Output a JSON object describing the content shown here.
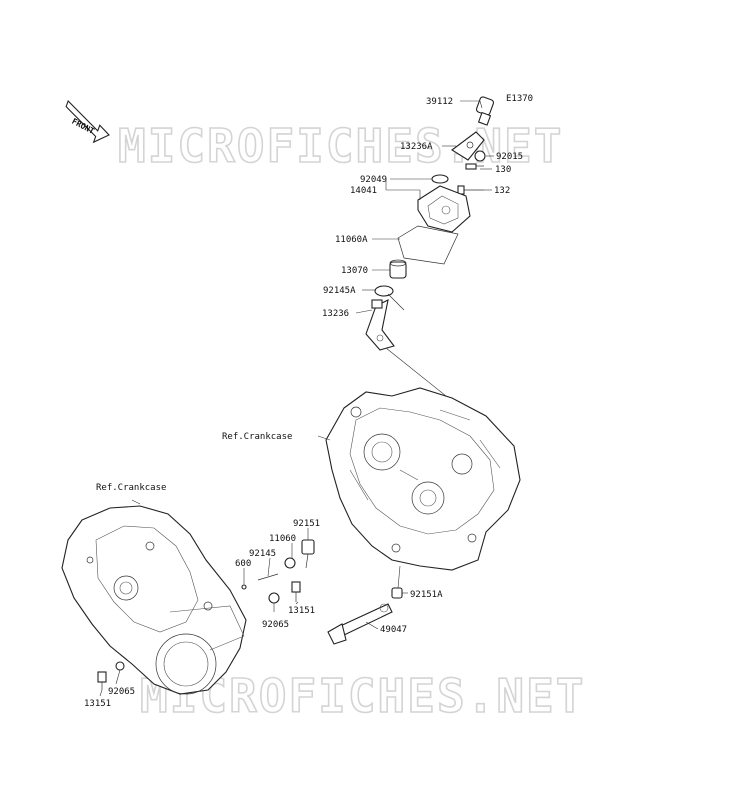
{
  "diagram_code": "E1370",
  "front_label": "FRONT",
  "watermark": "MICROFICHES.NET",
  "parts": {
    "p39112": "39112",
    "p13236A": "13236A",
    "p92015": "92015",
    "p130": "130",
    "p14041": "14041",
    "p92049": "92049",
    "p132": "132",
    "p11060A": "11060A",
    "p13070": "13070",
    "p92145A": "92145A",
    "p13236": "13236",
    "ref_crankcase_right": "Ref.Crankcase",
    "ref_crankcase_left": "Ref.Crankcase",
    "p92151_top": "92151",
    "p11060": "11060",
    "p92145": "92145",
    "p600": "600",
    "p13151_mid": "13151",
    "p92065_mid": "92065",
    "p92151A": "92151A",
    "p49047": "49047",
    "p92065_low": "92065",
    "p13151_low": "13151"
  }
}
